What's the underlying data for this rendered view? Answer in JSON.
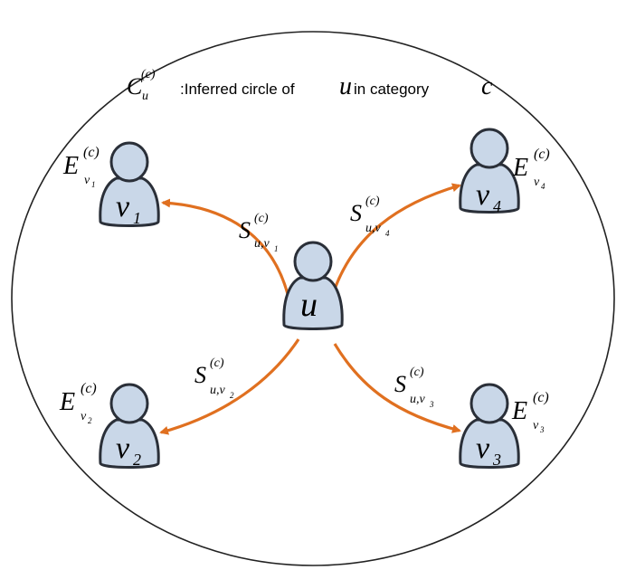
{
  "caption": {
    "symbol": "C",
    "symbol_sub": "u",
    "symbol_sup": "(c)",
    "prefix": ":Inferred circle of ",
    "var_u": "u",
    "middle": " in category ",
    "var_c": "c"
  },
  "center_node": {
    "label": "u"
  },
  "nodes": [
    {
      "id": "v1",
      "label": "v",
      "sub": "1",
      "expertise": "E",
      "exp_sup": "(c)",
      "exp_sub_base": "v",
      "exp_sub_idx": "1"
    },
    {
      "id": "v2",
      "label": "v",
      "sub": "2",
      "expertise": "E",
      "exp_sup": "(c)",
      "exp_sub_base": "v",
      "exp_sub_idx": "2"
    },
    {
      "id": "v3",
      "label": "v",
      "sub": "3",
      "expertise": "E",
      "exp_sup": "(c)",
      "exp_sub_base": "v",
      "exp_sub_idx": "3"
    },
    {
      "id": "v4",
      "label": "v",
      "sub": "4",
      "expertise": "E",
      "exp_sup": "(c)",
      "exp_sub_base": "v",
      "exp_sub_idx": "4"
    }
  ],
  "edges": [
    {
      "label": "S",
      "sup": "(c)",
      "sub": "u,v",
      "sub_idx": "1"
    },
    {
      "label": "S",
      "sup": "(c)",
      "sub": "u,v",
      "sub_idx": "2"
    },
    {
      "label": "S",
      "sup": "(c)",
      "sub": "u,v",
      "sub_idx": "3"
    },
    {
      "label": "S",
      "sup": "(c)",
      "sub": "u,v",
      "sub_idx": "4"
    }
  ],
  "colors": {
    "edge": "#e07020",
    "person_fill": "#c9d7e8",
    "outline": "#2a2f38"
  }
}
